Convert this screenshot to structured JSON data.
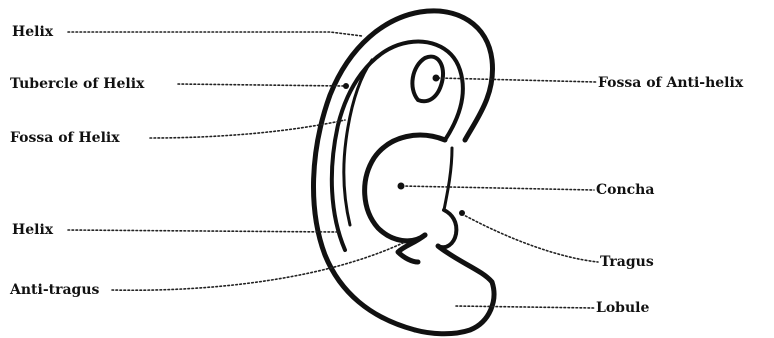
{
  "diagram": {
    "labels": {
      "helix_top": "Helix",
      "tubercle_of_helix": "Tubercle of Helix",
      "fossa_of_helix": "Fossa of Helix",
      "helix_lower": "Helix",
      "anti_tragus": "Anti-tragus",
      "fossa_of_anti_helix": "Fossa of Anti-helix",
      "concha": "Concha",
      "tragus": "Tragus",
      "lobule": "Lobule"
    }
  }
}
